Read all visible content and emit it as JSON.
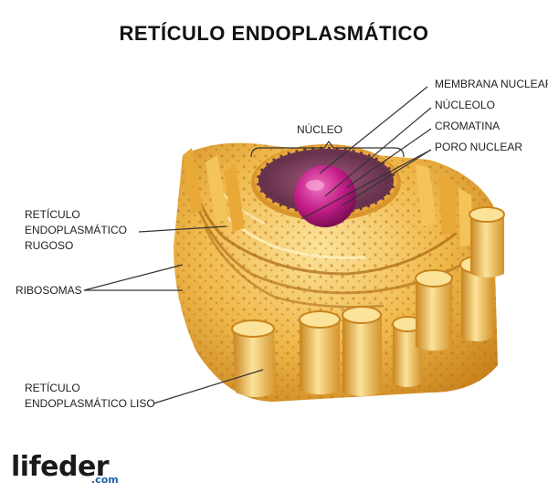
{
  "title": "RETÍCULO ENDOPLASMÁTICO",
  "labels": {
    "membrana_nuclear": "MEMBRANA NUCLEAR",
    "nucleolo": "NÚCLEOLO",
    "cromatina": "CROMATINA",
    "poro_nuclear": "PORO NUCLEAR",
    "nucleo": "NÚCLEO",
    "rer_line1": "RETÍCULO",
    "rer_line2": "ENDOPLASMÁTICO",
    "rer_line3": "RUGOSO",
    "ribosomas": "RIBOSOMAS",
    "ser_line1": "RETÍCULO",
    "ser_line2": "ENDOPLASMÁTICO LISO"
  },
  "brand": {
    "name": "lifeder",
    "suffix": ".com"
  },
  "colors": {
    "er_light": "#f6cf6a",
    "er_mid": "#e9a936",
    "er_dark": "#b87516",
    "nucleus": "#8a4a6a",
    "nucleolus": "#c21c86",
    "brand_accent": "#1e63a8"
  }
}
